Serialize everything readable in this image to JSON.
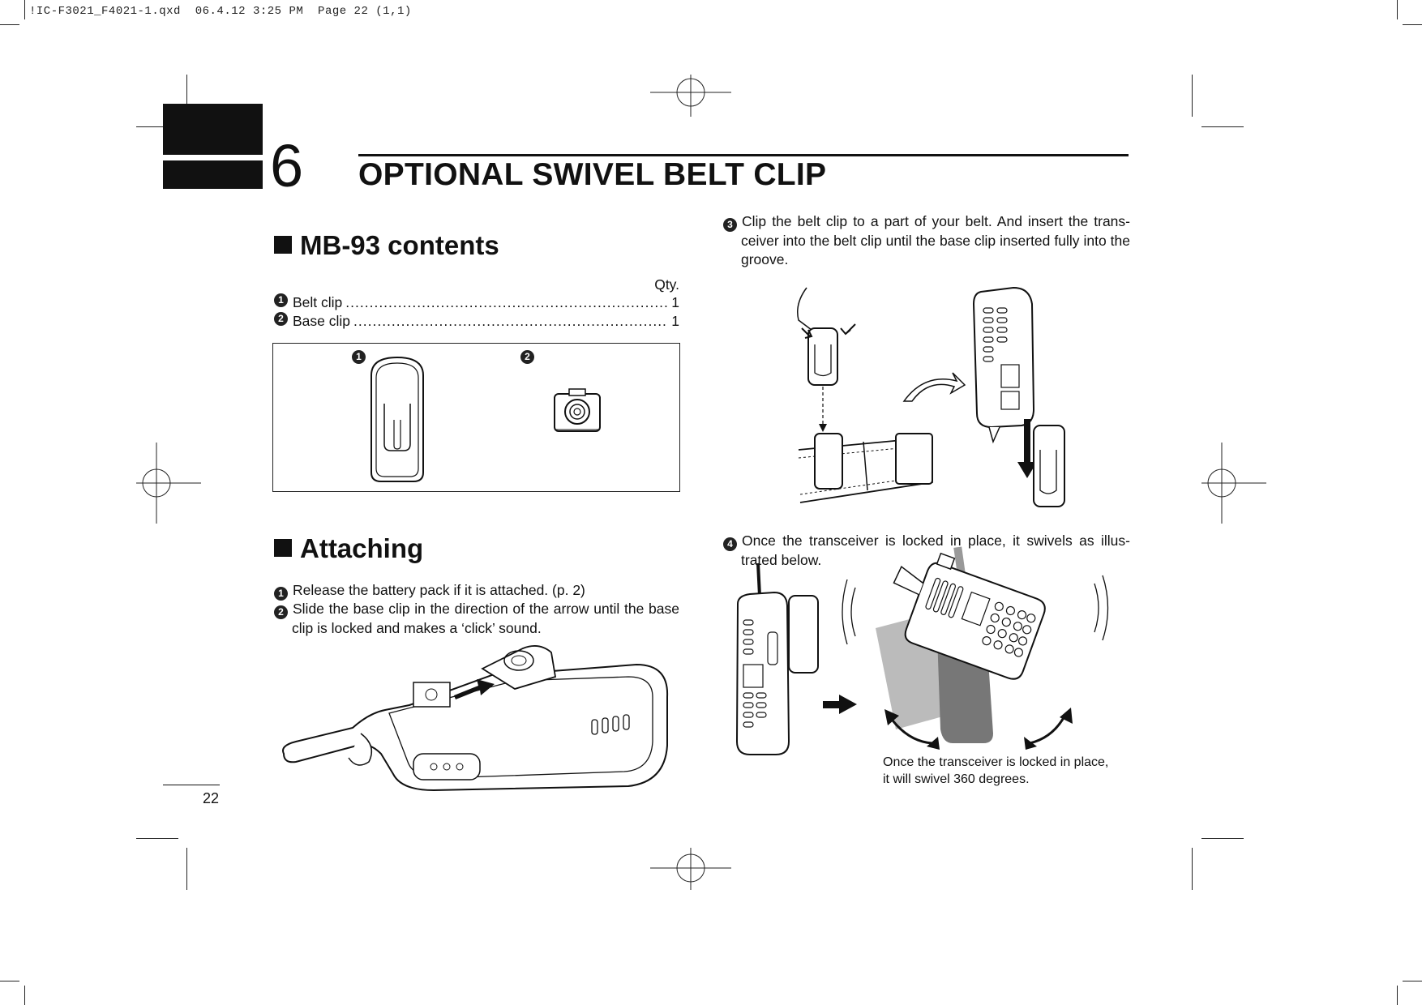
{
  "slug": "!IC-F3021_F4021-1.qxd  06.4.12 3:25 PM  Page 22 (1,1)",
  "chapter": {
    "number": "6",
    "title": "OPTIONAL SWIVEL BELT CLIP"
  },
  "contents": {
    "heading": "MB-93 contents",
    "qty_label": "Qty.",
    "items": [
      {
        "marker": "1",
        "name": "Belt clip",
        "qty": "1"
      },
      {
        "marker": "2",
        "name": "Base clip",
        "qty": "1"
      }
    ],
    "figure_markers": [
      "1",
      "2"
    ]
  },
  "attaching": {
    "heading": "Attaching",
    "steps": [
      {
        "marker": "1",
        "text": "Release the battery pack if it is attached. (p. 2)"
      },
      {
        "marker": "2",
        "text": "Slide the base clip in the direction of the arrow until the base clip is locked and makes a ‘click’ sound."
      },
      {
        "marker": "3",
        "text": "Clip the belt clip to a part of your belt. And insert the trans-ceiver into the belt clip until the base clip inserted fully into the groove."
      },
      {
        "marker": "4",
        "text": "Once the transceiver is locked in place, it swivels as illus-trated below."
      }
    ],
    "swivel_caption_1": "Once the transceiver is locked in place,",
    "swivel_caption_2": "it will swivel 360 degrees."
  },
  "page_number": "22"
}
